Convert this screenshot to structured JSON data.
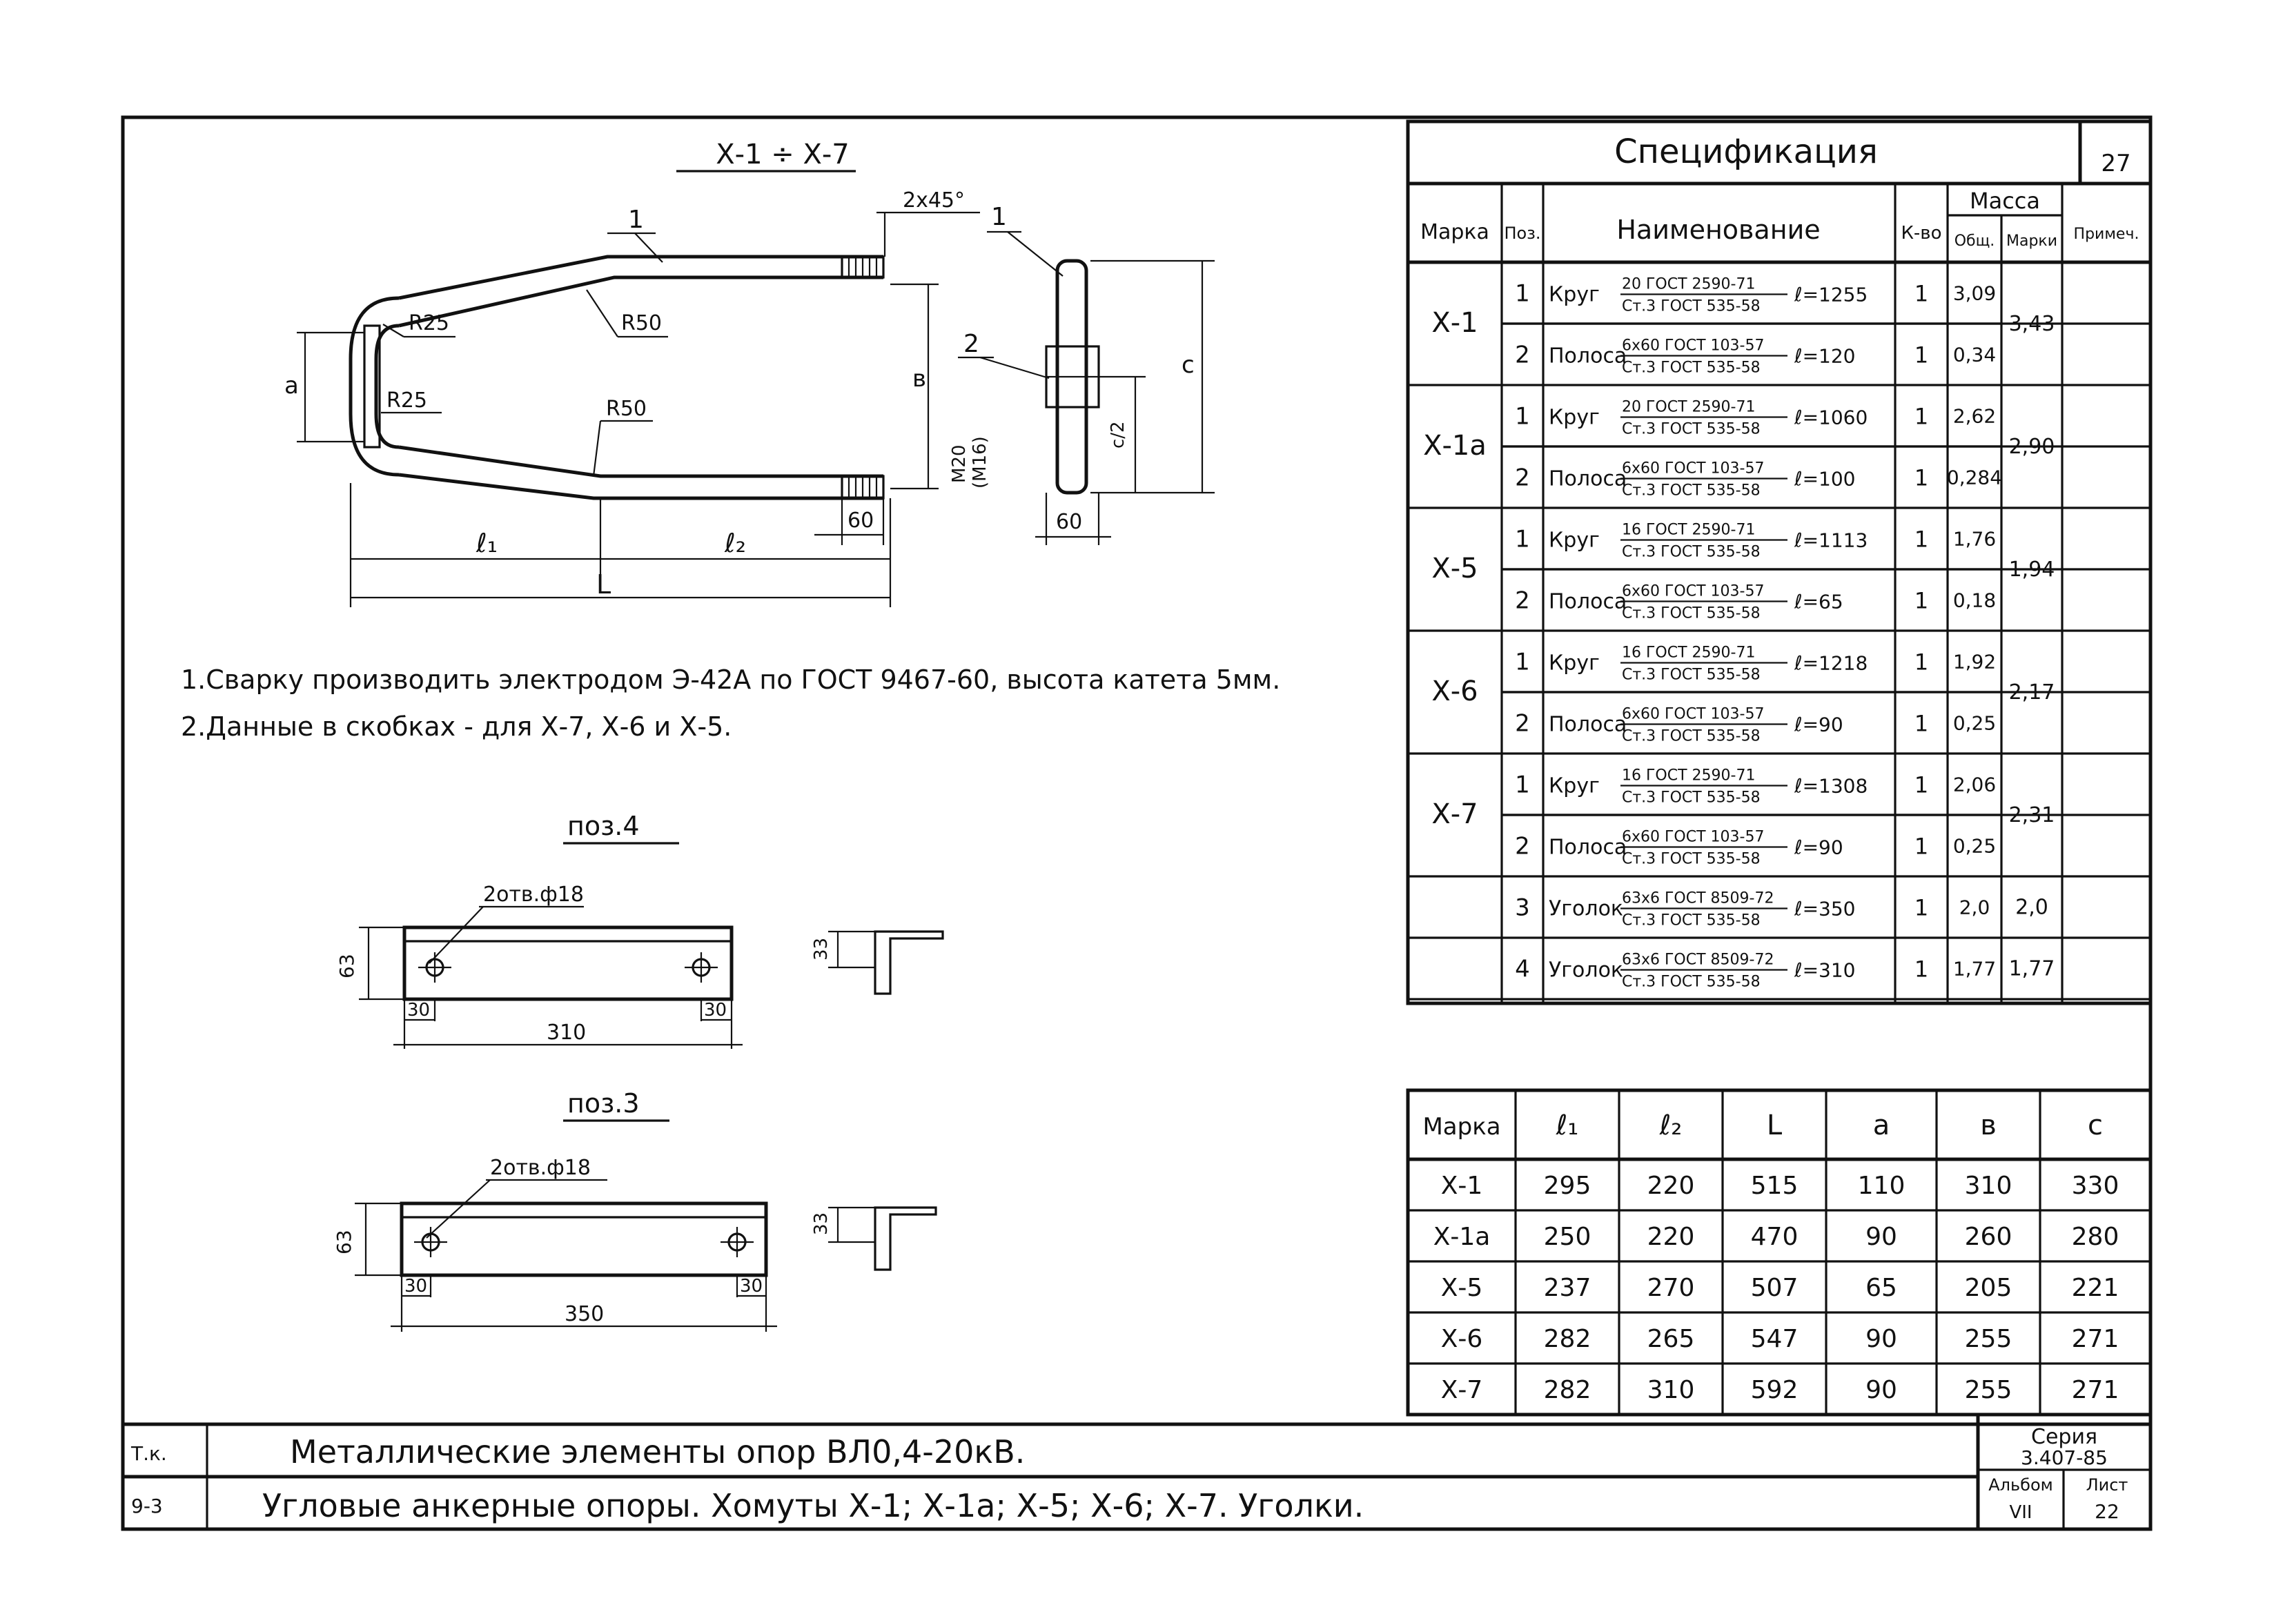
{
  "sheet": {
    "corner_number": "27",
    "drawing": {
      "title": "Х-1 ÷ Х-7",
      "chamfer": "2х45°",
      "pos1": "1",
      "pos2": "2",
      "r25_top": "R25",
      "r25_bot": "R25",
      "r50_top": "R50",
      "r50_bot": "R50",
      "dim_a": "а",
      "dim_b": "в",
      "dim_c": "с",
      "dim_l1": "ℓ₁",
      "dim_l2": "ℓ₂",
      "dim_L": "L",
      "thread_len": "60",
      "thread": "М20",
      "thread_alt": "(М16)",
      "plate_w": "60",
      "plate_half": "с/2"
    },
    "notes": [
      "1.Сварку производить электродом Э-42А по ГОСТ 9467-60, высота катета 5мм.",
      "2.Данные в скобках - для Х-7, Х-6 и Х-5."
    ],
    "pos4": {
      "title": "поз.4",
      "holes": "2отв.ф18",
      "height": "63",
      "edge_l": "30",
      "edge_r": "30",
      "length": "310",
      "profile": "33"
    },
    "pos3": {
      "title": "поз.3",
      "holes": "2отв.ф18",
      "height": "63",
      "edge_l": "30",
      "edge_r": "30",
      "length": "350",
      "profile": "33"
    },
    "spec": {
      "title": "Спецификация",
      "headers": {
        "marka": "Марка",
        "pos": "Поз.",
        "name": "Наименование",
        "qty": "К-во",
        "mass": "Масса",
        "mass_total": "Общ.",
        "mass_mark": "Марки",
        "note": "Примеч."
      },
      "rows": [
        {
          "marka": "Х-1",
          "pos": "1",
          "item": "Круг",
          "num": "20 ГОСТ 2590-71",
          "den": "Ст.3 ГОСТ 535-58",
          "len": "ℓ=1255",
          "qty": "1",
          "mass": "3,09",
          "mark_mass": "3,43"
        },
        {
          "marka": "",
          "pos": "2",
          "item": "Полоса",
          "num": "6х60 ГОСТ 103-57",
          "den": "Ст.3 ГОСТ 535-58",
          "len": "ℓ=120",
          "qty": "1",
          "mass": "0,34",
          "mark_mass": ""
        },
        {
          "marka": "Х-1а",
          "pos": "1",
          "item": "Круг",
          "num": "20 ГОСТ 2590-71",
          "den": "Ст.3 ГОСТ 535-58",
          "len": "ℓ=1060",
          "qty": "1",
          "mass": "2,62",
          "mark_mass": "2,90"
        },
        {
          "marka": "",
          "pos": "2",
          "item": "Полоса",
          "num": "6х60 ГОСТ 103-57",
          "den": "Ст.3 ГОСТ 535-58",
          "len": "ℓ=100",
          "qty": "1",
          "mass": "0,284",
          "mark_mass": ""
        },
        {
          "marka": "Х-5",
          "pos": "1",
          "item": "Круг",
          "num": "16 ГОСТ 2590-71",
          "den": "Ст.3 ГОСТ 535-58",
          "len": "ℓ=1113",
          "qty": "1",
          "mass": "1,76",
          "mark_mass": "1,94"
        },
        {
          "marka": "",
          "pos": "2",
          "item": "Полоса",
          "num": "6х60 ГОСТ 103-57",
          "den": "Ст.3 ГОСТ 535-58",
          "len": "ℓ=65",
          "qty": "1",
          "mass": "0,18",
          "mark_mass": ""
        },
        {
          "marka": "Х-6",
          "pos": "1",
          "item": "Круг",
          "num": "16 ГОСТ 2590-71",
          "den": "Ст.3 ГОСТ 535-58",
          "len": "ℓ=1218",
          "qty": "1",
          "mass": "1,92",
          "mark_mass": "2,17"
        },
        {
          "marka": "",
          "pos": "2",
          "item": "Полоса",
          "num": "6х60 ГОСТ 103-57",
          "den": "Ст.3 ГОСТ 535-58",
          "len": "ℓ=90",
          "qty": "1",
          "mass": "0,25",
          "mark_mass": ""
        },
        {
          "marka": "Х-7",
          "pos": "1",
          "item": "Круг",
          "num": "16 ГОСТ 2590-71",
          "den": "Ст.3 ГОСТ 535-58",
          "len": "ℓ=1308",
          "qty": "1",
          "mass": "2,06",
          "mark_mass": "2,31"
        },
        {
          "marka": "",
          "pos": "2",
          "item": "Полоса",
          "num": "6х60 ГОСТ 103-57",
          "den": "Ст.3 ГОСТ 535-58",
          "len": "ℓ=90",
          "qty": "1",
          "mass": "0,25",
          "mark_mass": ""
        },
        {
          "marka": "",
          "pos": "3",
          "item": "Уголок",
          "num": "63х6 ГОСТ 8509-72",
          "den": "Ст.3 ГОСТ 535-58",
          "len": "ℓ=350",
          "qty": "1",
          "mass": "2,0",
          "mark_mass": "2,0"
        },
        {
          "marka": "",
          "pos": "4",
          "item": "Уголок",
          "num": "63х6 ГОСТ 8509-72",
          "den": "Ст.3 ГОСТ 535-58",
          "len": "ℓ=310",
          "qty": "1",
          "mass": "1,77",
          "mark_mass": "1,77"
        }
      ]
    },
    "dims": {
      "headers": [
        "Марка",
        "ℓ₁",
        "ℓ₂",
        "L",
        "а",
        "в",
        "с"
      ],
      "rows": [
        [
          "Х-1",
          "295",
          "220",
          "515",
          "110",
          "310",
          "330"
        ],
        [
          "Х-1а",
          "250",
          "220",
          "470",
          "90",
          "260",
          "280"
        ],
        [
          "Х-5",
          "237",
          "270",
          "507",
          "65",
          "205",
          "221"
        ],
        [
          "Х-6",
          "282",
          "265",
          "547",
          "90",
          "255",
          "271"
        ],
        [
          "Х-7",
          "282",
          "310",
          "592",
          "90",
          "255",
          "271"
        ]
      ]
    },
    "stamp": {
      "code1": "Т.к.",
      "code2": "9-3",
      "line1": "Металлические элементы опор ВЛ0,4-20кВ.",
      "line2": "Угловые анкерные опоры. Хомуты Х-1; Х-1а; Х-5; Х-6; Х-7. Уголки.",
      "series_label": "Серия",
      "series": "3.407-85",
      "album_label": "Альбом",
      "album": "VII",
      "sheet_label": "Лист",
      "sheet": "22"
    }
  }
}
